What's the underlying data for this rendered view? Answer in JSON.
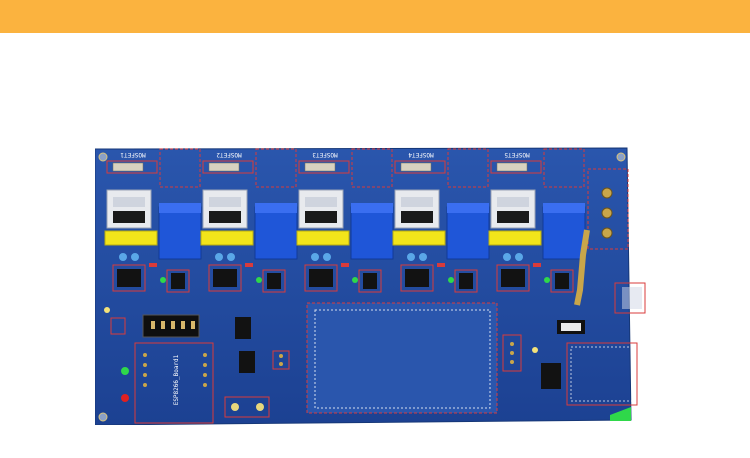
{
  "header": {
    "bar_color": "#fbb33f"
  },
  "pcb": {
    "board_color": "#1f4aa0",
    "module_labels": [
      "MOSFET1",
      "MOSFET2",
      "MOSFET3",
      "MOSFET4",
      "MOSFET5"
    ],
    "chip_label": "ESP8266_Board1"
  }
}
